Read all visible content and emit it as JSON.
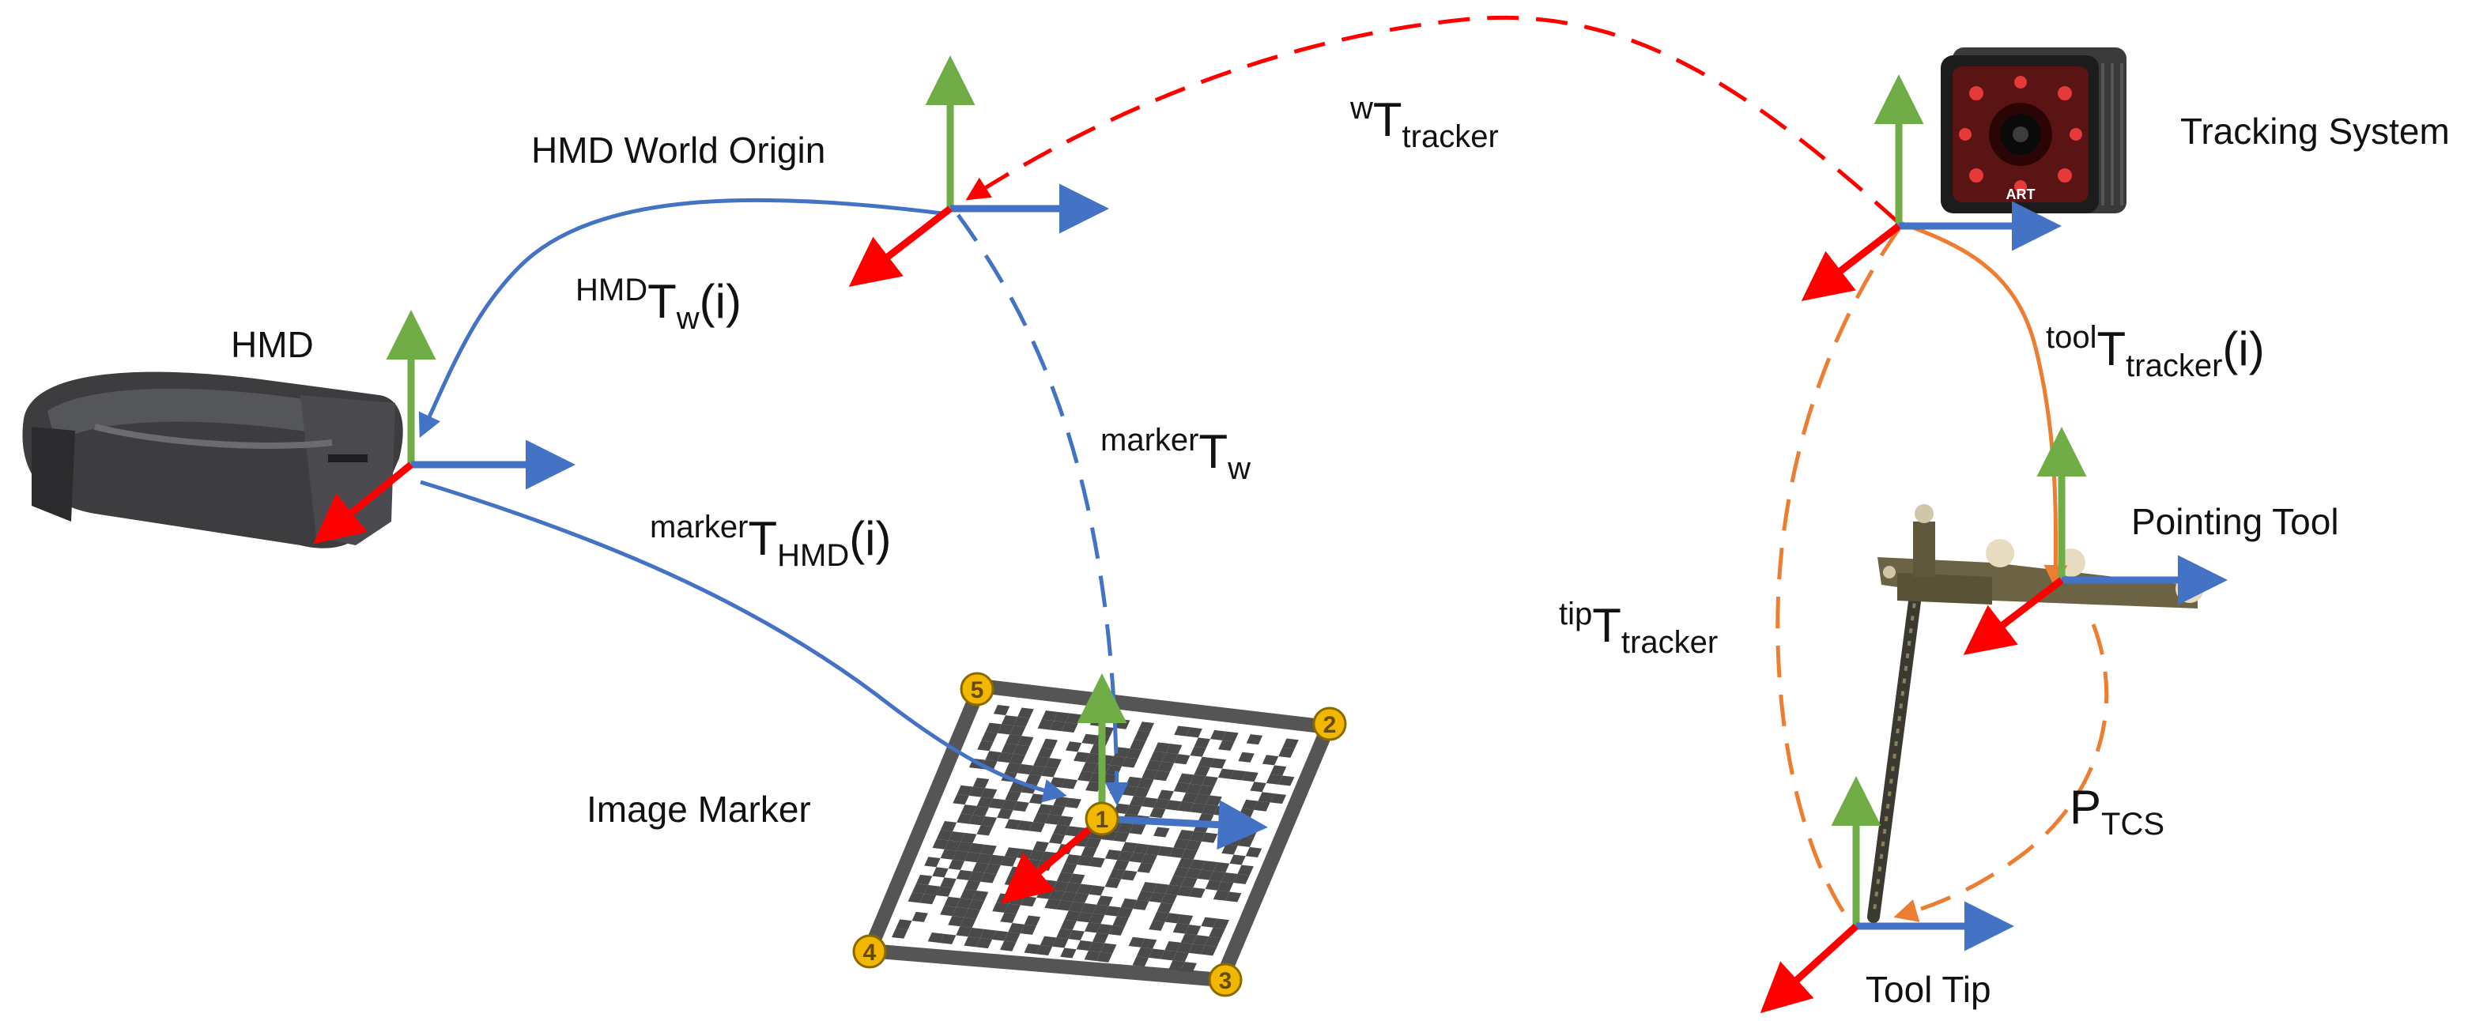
{
  "colors": {
    "x_axis": "#4472c4",
    "y_axis": "#70ad47",
    "z_axis": "#ff0000",
    "hmd_path": "#4472c4",
    "tracker_path": "#ff0000",
    "tool_path": "#ed7d31",
    "badge_fill": "#f2b800"
  },
  "labels": {
    "hmd": "HMD",
    "hmd_world_origin": "HMD World Origin",
    "image_marker": "Image Marker",
    "tracking_system": "Tracking System",
    "pointing_tool": "Pointing Tool",
    "tool_tip": "Tool Tip",
    "tracking_camera_brand": "ART"
  },
  "transforms": {
    "w_t_tracker": {
      "sup": "w",
      "main": "T",
      "sub": "tracker",
      "tail": ""
    },
    "hmd_t_w": {
      "sup": "HMD",
      "main": "T",
      "sub": "w",
      "tail": "(i)"
    },
    "marker_t_w": {
      "sup": "marker",
      "main": "T",
      "sub": "w",
      "tail": ""
    },
    "marker_t_hmd": {
      "sup": "marker",
      "main": "T",
      "sub": "HMD",
      "tail": "(i)"
    },
    "tool_t_tracker": {
      "sup": "tool",
      "main": "T",
      "sub": "tracker",
      "tail": "(i)"
    },
    "tip_t_tracker": {
      "sup": "tip",
      "main": "T",
      "sub": "tracker",
      "tail": ""
    },
    "p_tcs": {
      "sup": "",
      "main": "P",
      "sub": "TCS",
      "tail": ""
    }
  },
  "marker_corners": [
    "1",
    "2",
    "3",
    "4",
    "5"
  ]
}
